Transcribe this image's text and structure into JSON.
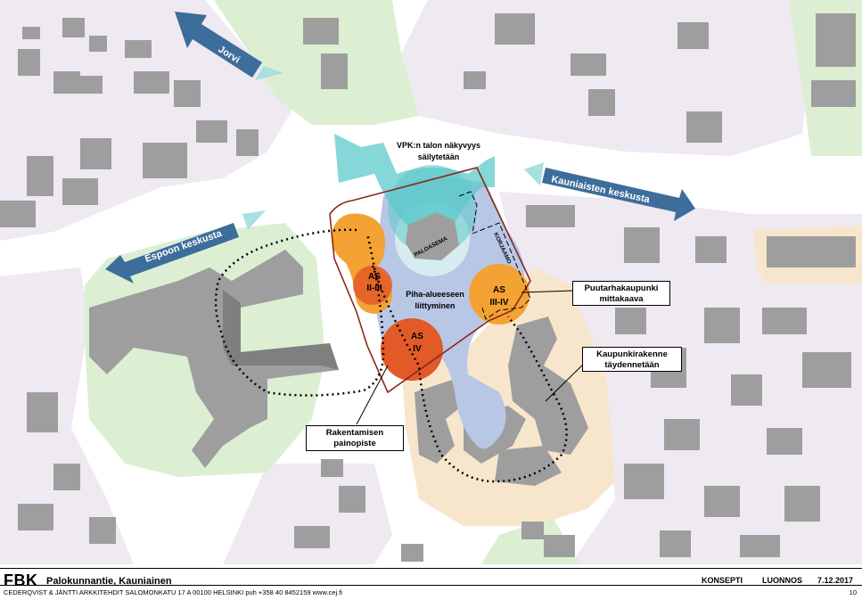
{
  "colors": {
    "residential_zone": "#efe9f1",
    "green_zone": "#dcefd3",
    "development_zone": "#f8e6cc",
    "buildings": "#9e9e9e",
    "courtyard": "#b8c7e6",
    "sightline": "#5cc9cb",
    "direction_arrow": "#3d6d9a",
    "core_orange": "#f4a233",
    "core_red": "#e25a28",
    "site_outline": "#8b2a1a"
  },
  "map": {
    "arrows": {
      "jorvi": "Jorvi",
      "espoo": "Espoon keskusta",
      "kauniainen": "Kauniaisten keskusta"
    },
    "sightline_text": [
      "VPK:n talon näkyvyys",
      "säilytetään"
    ],
    "paloasema": "PALOASEMA",
    "korjaamo": "KORJAAMO",
    "courtyard_text": [
      "Piha-alueeseen",
      "liittyminen"
    ],
    "zones": [
      {
        "lines": [
          "AS",
          "II-III"
        ]
      },
      {
        "lines": [
          "AS",
          "III-IV"
        ]
      },
      {
        "lines": [
          "AS",
          "IV"
        ]
      }
    ],
    "annotations": {
      "puutarha": [
        "Puutarhakaupunki",
        "mittakaava"
      ],
      "kaupunkirakenne": [
        "Kaupunkirakenne",
        "täydennetään"
      ],
      "rakentaminen": [
        "Rakentamisen",
        "painopiste"
      ]
    }
  },
  "footer": {
    "brand": "FBK",
    "project": "Palokunnantie, Kauniainen",
    "concept": "KONSEPTI",
    "status": "LUONNOS",
    "date": "7.12.2017",
    "office": "CEDERQVIST & JÄNTTI  ARKKITEHDIT   SALOMONKATU 17 A  00100 HELSINKI  puh +358 40 8452159   www.cej.fi",
    "page": "10"
  }
}
